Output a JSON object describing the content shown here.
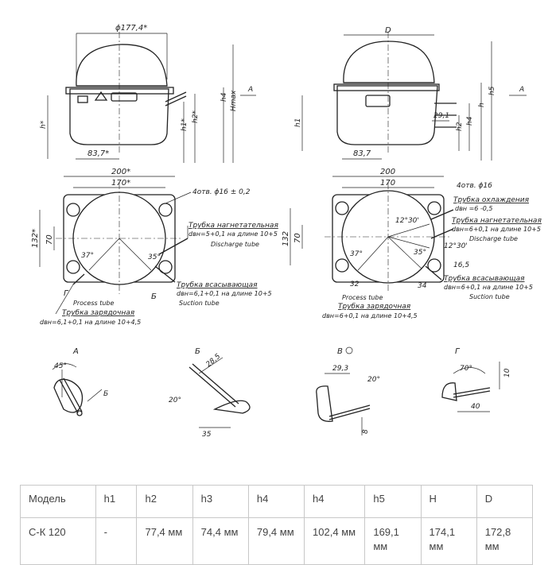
{
  "drawing": {
    "top_left": {
      "diameter": "ϕ177,4*",
      "hmax": "Hmax",
      "h": "h*",
      "h1": "h1*",
      "h2": "h2*",
      "h4": "h4",
      "width_83": "83,7*",
      "arrow_a": "A"
    },
    "top_right": {
      "d": "D",
      "h": "h",
      "h1": "h1",
      "h2": "h2",
      "h4": "h4",
      "h5": "h5",
      "d291": "29,1",
      "width_83": "83,7",
      "arrow_a": "A"
    },
    "plan_left": {
      "w200": "200*",
      "w170": "170*",
      "h132": "132*",
      "h70": "70",
      "holes": "4отв. ϕ16 ± 0,2",
      "discharge_ru": "Трубка нагнетательная",
      "discharge_dim": "dвн=5+0,1 на длине 10+5",
      "discharge_en": "Discharge tube",
      "suction_ru": "Трубка всасывающая",
      "suction_dim": "dвн=6,1+0,1 на длине 10+5",
      "suction_en": "Suction tube",
      "process_en": "Process tube",
      "process_ru": "Трубка зарядочная",
      "process_dim": "dвн=6,1+0,1 на длине 10+4,5",
      "a37": "37°",
      "a35": "35°",
      "g": "Г",
      "b": "Б"
    },
    "plan_right": {
      "w200": "200",
      "w170": "170",
      "h132": "132",
      "h70": "70",
      "holes": "4отв. ϕ16",
      "cooling_ru": "Трубка охлаждения",
      "cooling_dim": "dвн =6 -0,5",
      "discharge_ru": "Трубка нагнетательная",
      "discharge_dim": "dвн=6+0,1 на длине 10+5",
      "discharge_en": "Discharge tube",
      "suction_ru": "Трубка всасывающая",
      "suction_dim": "dвн=6+0,1 на длине 10+5",
      "suction_en": "Suction tube",
      "process_en": "Process tube",
      "process_ru": "Трубка зарядочная",
      "process_dim": "dвн=6+0,1 на длине 10+4,5",
      "a1230a": "12°30'",
      "a1230b": "12°30'",
      "a37": "37°",
      "a35": "35°",
      "d165": "16,5",
      "d32": "32",
      "d34": "34"
    },
    "details": {
      "a_title": "A",
      "a_angle": "45°",
      "a_b": "Б",
      "b_title": "Б",
      "b_285": "28,5",
      "b_20": "20°",
      "b_35": "35",
      "v_title": "В",
      "v_293": "29,3",
      "v_20": "20°",
      "v_8": "8",
      "g_title": "Г",
      "g_70": "70°",
      "g_10": "10",
      "g_40": "40"
    }
  },
  "table": {
    "headers": [
      "Модель",
      "h1",
      "h2",
      "h3",
      "h4",
      "h4",
      "h5",
      "H",
      "D"
    ],
    "rows": [
      [
        "С-К 120",
        "-",
        "77,4 мм",
        "74,4 мм",
        "79,4 мм",
        "102,4 мм",
        "169,1 мм",
        "174,1 мм",
        "172,8 мм"
      ]
    ]
  }
}
